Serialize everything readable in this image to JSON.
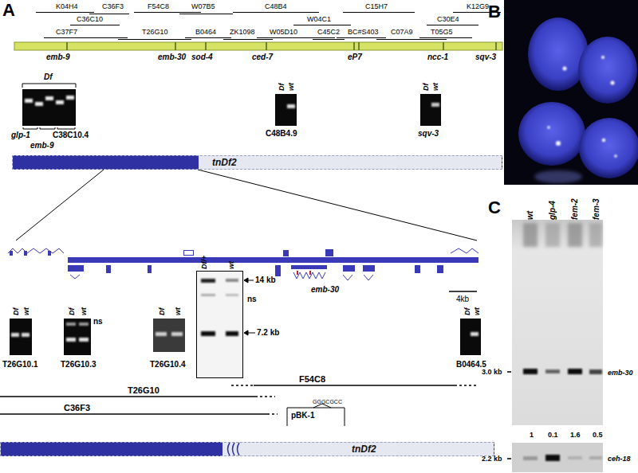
{
  "diagram": {
    "nodes": [
      {
        "text": [
          "tnDf2"
        ]
      },
      {
        "text": [
          "tnDf2"
        ]
      }
    ],
    "labels": [
      "A",
      "B",
      "C",
      "K04H4",
      "C36F3",
      "F54C8",
      "W07B5",
      "C48B4",
      "C15H7",
      "K12G9",
      "C36C10",
      "W04C1",
      "C30E4",
      "C37F7",
      "T26G10",
      "B0464",
      "ZK1098",
      "W05D10",
      "C45C2",
      "BC#S403",
      "C07A9",
      "T05G5",
      "emb-9",
      "emb-30",
      "sod-4",
      "ced-7",
      "eP7",
      "ncc-1",
      "sqv-3",
      "Df",
      "glp-1",
      "emb-9",
      "C38C10.4",
      "Df",
      "wt",
      "C48B4.9",
      "Df",
      "wt",
      "sqv-3",
      "emb-30",
      "4kb",
      "Df",
      "wt",
      "T26G10.1",
      "Df",
      "wt",
      "ns",
      "T26G10.3",
      "Df",
      "wt",
      "T26G10.4",
      "Df/+",
      "wt",
      "14 kb",
      "ns",
      "7.2 kb",
      "Df",
      "wt",
      "B0464.5",
      "T26G10",
      "F54C8",
      "C36F3",
      "pBK-1",
      "GGGCGCC",
      "wt",
      "glp-4",
      "fem-2",
      "fem-3",
      "3.0 kb",
      "emb-30",
      "1",
      "0.1",
      "1.6",
      "0.5",
      "2.2 kb",
      "ceh-18"
    ]
  }
}
